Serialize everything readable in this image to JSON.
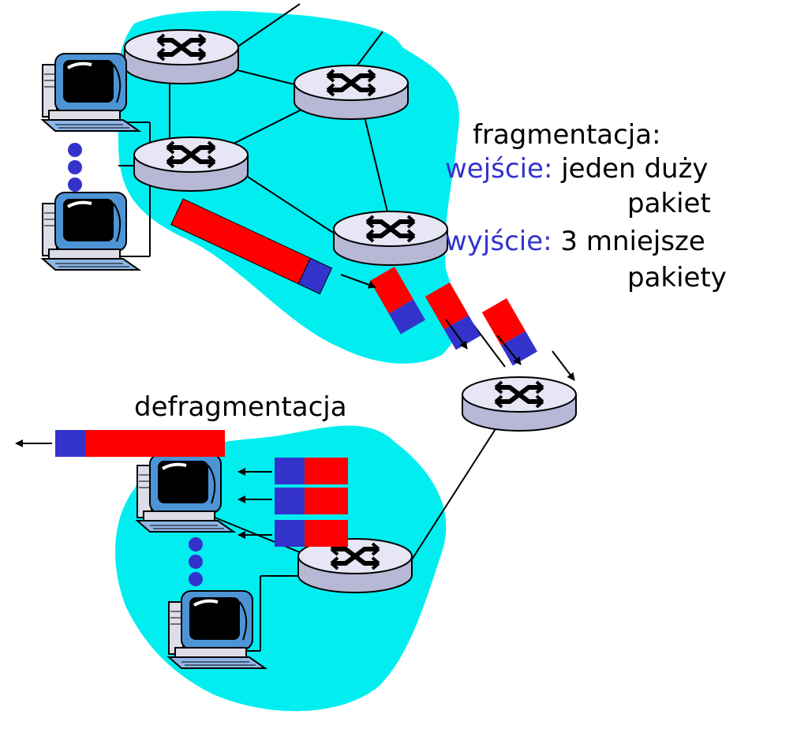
{
  "fragmentation": {
    "title": "fragmentacja:",
    "input_label": "wejście:",
    "input_text_1": "jeden duży",
    "input_text_2": "pakiet",
    "output_label": "wyjście:",
    "output_text_1": "3 mniejsze",
    "output_text_2": "pakiety"
  },
  "defragmentation": {
    "title": "defragmentacja"
  },
  "colors": {
    "network_cloud": "#00eef0",
    "packet_payload": "#ff0000",
    "packet_header": "#3333cc",
    "keyword_text": "#3333cc",
    "router_body": "#cfcfe6",
    "router_top": "#e6e6f4"
  },
  "icons": [
    "router-icon",
    "computer-icon",
    "ellipsis-dots-icon",
    "arrow-icon"
  ]
}
